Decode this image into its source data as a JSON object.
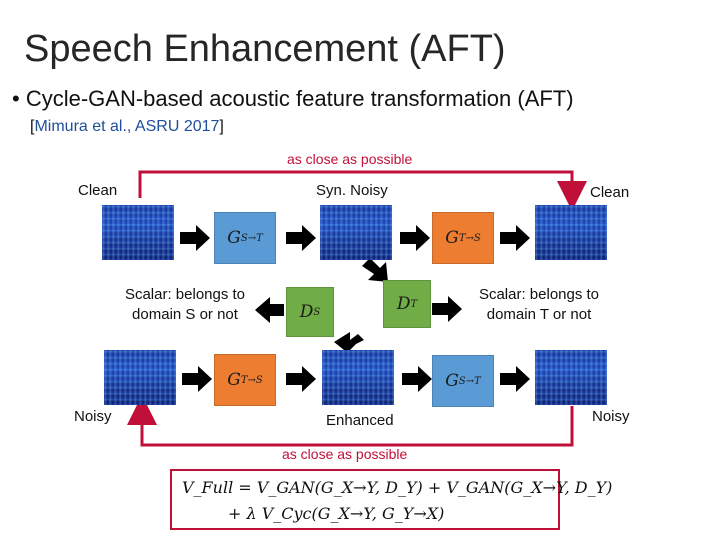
{
  "title": "Speech Enhancement (AFT)",
  "bullet": {
    "glyph": "•",
    "text": "Cycle-GAN-based acoustic feature transformation (AFT)"
  },
  "citation": {
    "open": "[",
    "text": "Mimura et al., ASRU 2017",
    "close": "]"
  },
  "top_loop_label": "as close as possible",
  "bottom_loop_label": "as close as possible",
  "labels": {
    "clean_left": "Clean",
    "syn_noisy": "Syn. Noisy",
    "clean_right": "Clean",
    "noisy_left": "Noisy",
    "enhanced": "Enhanced",
    "noisy_right": "Noisy",
    "scalar_left_line1": "Scalar: belongs to",
    "scalar_left_line2": "domain S or not",
    "scalar_right_line1": "Scalar: belongs to",
    "scalar_right_line2": "domain T or not"
  },
  "boxes": {
    "g_s_to_t_top": {
      "main": "G",
      "sub": "S→T"
    },
    "g_t_to_s_top": {
      "main": "G",
      "sub": "T→S"
    },
    "d_t": {
      "main": "D",
      "sub": "T"
    },
    "d_s": {
      "main": "D",
      "sub": "S"
    },
    "g_t_to_s_bottom": {
      "main": "G",
      "sub": "T→S"
    },
    "g_s_to_t_bottom": {
      "main": "G",
      "sub": "S→T"
    }
  },
  "formula": {
    "line1": "V_Full = V_GAN(G_X→Y, D_Y) + V_GAN(G_X→Y, D_Y)",
    "line2": "+ λ V_Cyc(G_X→Y, G_Y→X)"
  },
  "colors": {
    "blue_box": "#5b9bd5",
    "orange_box": "#ed7d31",
    "green_box": "#70ad47",
    "loop_red": "#c0103a"
  }
}
